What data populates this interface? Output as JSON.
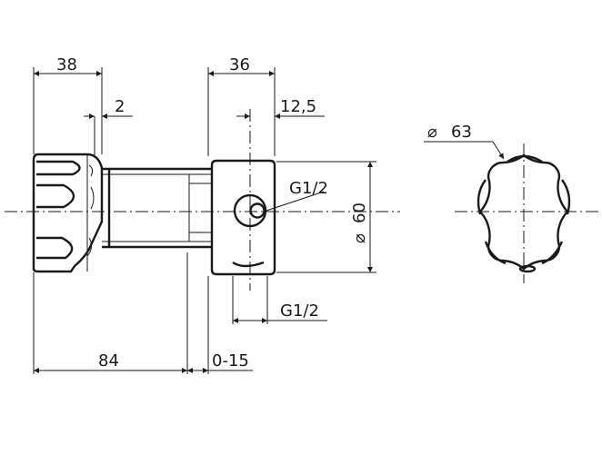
{
  "dimensions": {
    "d38": "38",
    "d2": "2",
    "d36": "36",
    "d12_5": "12,5",
    "d60": "60",
    "d84": "84",
    "d0_15": "0-15",
    "d63": "63"
  },
  "threads": {
    "top": "G1/2",
    "bottom": "G1/2"
  },
  "symbols": {
    "diameter": "⌀"
  },
  "colors": {
    "line": "#1a1a1a",
    "background": "#ffffff"
  }
}
